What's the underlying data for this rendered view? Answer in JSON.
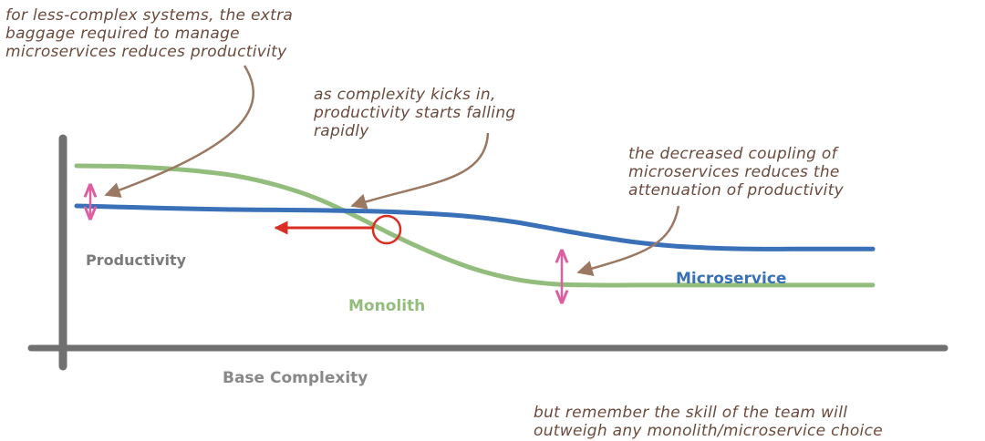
{
  "chart_data": {
    "type": "line",
    "xlabel": "Base Complexity",
    "ylabel": "Productivity",
    "x": [
      0,
      0.5,
      1,
      1.5,
      2,
      2.5,
      3,
      3.5,
      4,
      4.5,
      5,
      5.5,
      6,
      6.5,
      7,
      7.5,
      8,
      8.5,
      9,
      9.5,
      10
    ],
    "series": [
      {
        "name": "Monolith",
        "color": "#93bd7d",
        "values": [
          9.0,
          8.98,
          8.9,
          8.75,
          8.5,
          8.05,
          7.4,
          6.5,
          5.5,
          4.6,
          3.85,
          3.35,
          3.1,
          3.05,
          3.05,
          3.05,
          3.05,
          3.05,
          3.05,
          3.05,
          3.05
        ]
      },
      {
        "name": "Microservice",
        "color": "#3a70b8",
        "values": [
          7.0,
          6.95,
          6.9,
          6.85,
          6.82,
          6.8,
          6.78,
          6.75,
          6.7,
          6.6,
          6.45,
          6.2,
          5.85,
          5.5,
          5.2,
          5.0,
          4.9,
          4.85,
          4.85,
          4.85,
          4.85
        ]
      }
    ],
    "xlim": [
      0,
      10
    ],
    "ylim": [
      0,
      10
    ],
    "grid": false,
    "legend": "none"
  },
  "annotations": {
    "top_left": [
      "for less-complex systems, the extra",
      "baggage required to manage",
      "microservices reduces productivity"
    ],
    "middle": [
      "as complexity kicks in,",
      "productivity starts falling",
      "rapidly"
    ],
    "right": [
      "the decreased coupling of",
      "microservices reduces the",
      "attenuation of productivity"
    ],
    "bottom": [
      "but remember the skill of the team will",
      "outweigh any monolith/microservice choice"
    ]
  },
  "colors": {
    "axis": "#707070",
    "annotation_arrow": "#9a7862",
    "gap_arrow": "#dd5fa1",
    "crossover": "#d92e24",
    "crossover_arrow": "#d92e24"
  }
}
